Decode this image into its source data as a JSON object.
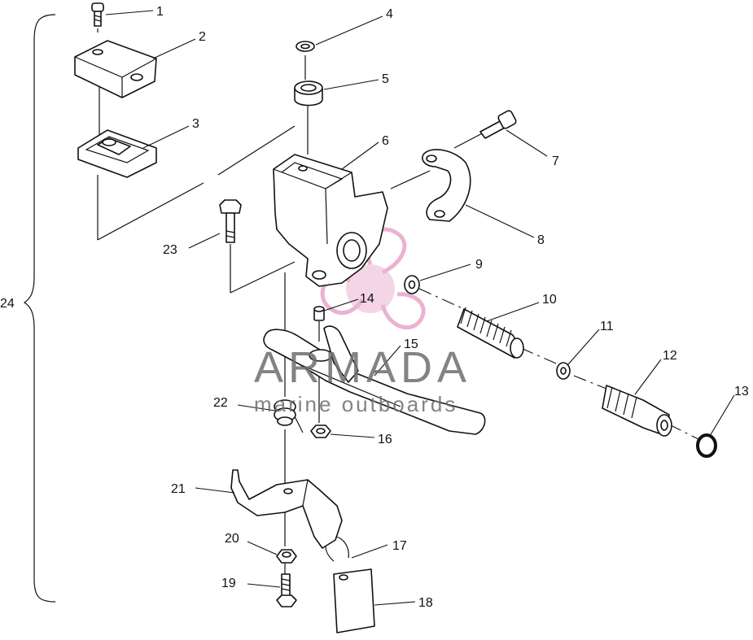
{
  "callouts": [
    "1",
    "2",
    "3",
    "4",
    "5",
    "6",
    "7",
    "8",
    "9",
    "10",
    "11",
    "12",
    "13",
    "14",
    "15",
    "16",
    "17",
    "18",
    "19",
    "20",
    "21",
    "22",
    "23",
    "24"
  ],
  "watermark": {
    "brand": "ARMADA",
    "tagline": "marine outboards",
    "logo_color": "#e7a6c8",
    "text_color": "#6e6e6e"
  }
}
